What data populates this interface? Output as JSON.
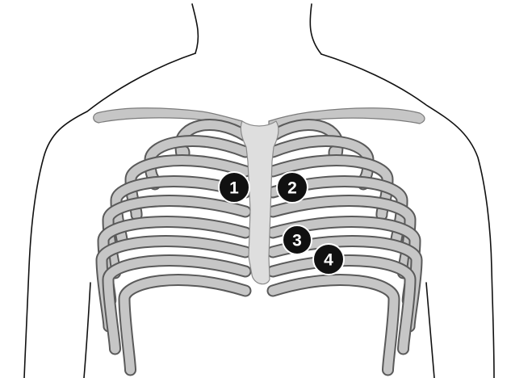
{
  "colors": {
    "background": "#ffffff",
    "outline": "#111111",
    "bone_fill": "#c6c6c6",
    "bone_light": "#dedede",
    "marker_fill": "#111111",
    "marker_text": "#ffffff"
  },
  "markers": [
    {
      "label": "1"
    },
    {
      "label": "2"
    },
    {
      "label": "3"
    },
    {
      "label": "4"
    }
  ]
}
